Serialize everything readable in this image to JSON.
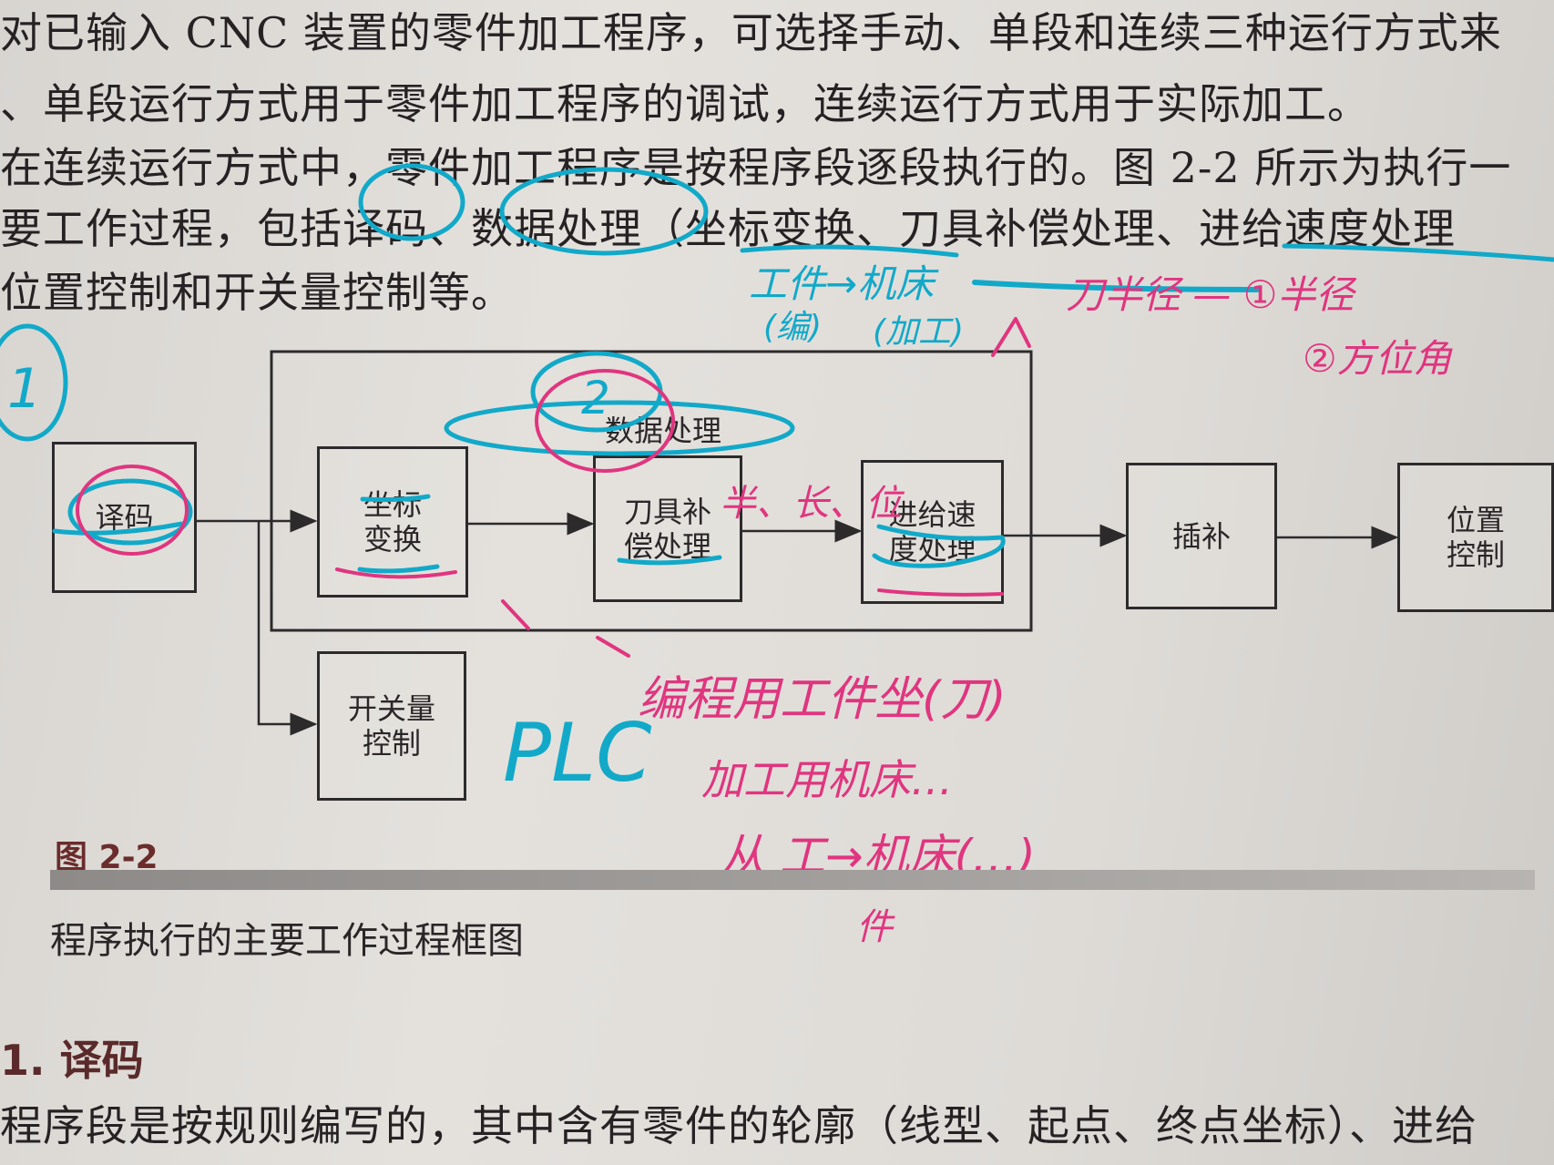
{
  "paragraph_lines": [
    "对已输入 CNC 装置的零件加工程序，可选择手动、单段和连续三种运行方式来",
    "、单段运行方式用于零件加工程序的调试，连续运行方式用于实际加工。",
    "在连续运行方式中，零件加工程序是按程序段逐段执行的。图 2-2 所示为执行一",
    "要工作过程，包括译码、数据处理（坐标变换、刀具补偿处理、进给速度处理",
    "位置控制和开关量控制等。"
  ],
  "diagram": {
    "group_label": "数据处理",
    "boxes": {
      "decode": "译码",
      "coord": "坐标\n变换",
      "tool": "刀具补\n偿处理",
      "feed": "进给速\n度处理",
      "interp": "插补",
      "position": "位置\n控制",
      "switch": "开关量\n控制"
    }
  },
  "figure_caption": {
    "number": "图 2-2",
    "title": "程序执行的主要工作过程框图"
  },
  "section": {
    "title": "1. 译码",
    "first_line": "程序段是按规则编写的，其中含有零件的轮廓（线型、起点、终点坐标）、进给"
  },
  "annotations": {
    "blue_circle_number_1": "1",
    "pink_circle_number_2": "2",
    "workpiece_to_machine": "工件→机床",
    "edit_note": "(编)",
    "process_note": "(加工)",
    "plc": "PLC",
    "pink_notes": [
      "刀半径 — ①半径",
      "②方位角",
      "半、长、位",
      "编程用工件坐(刀)",
      "加工用机床…",
      "从 工→机床(…)",
      "件"
    ],
    "colors": {
      "blue_ink": "#12a9c9",
      "pink_ink": "#e0357f"
    }
  }
}
